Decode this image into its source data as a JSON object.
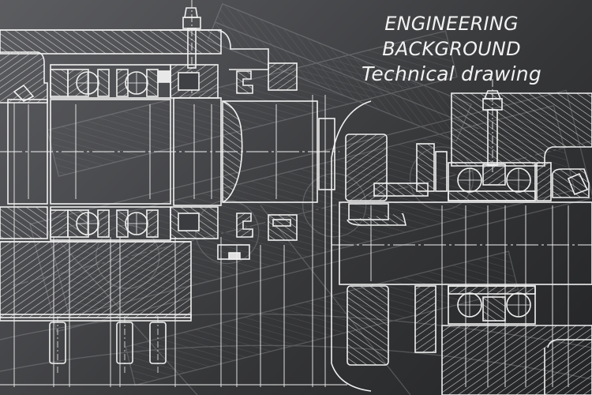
{
  "illustration": {
    "kind": "technical-drawing-background",
    "subject": "mechanical engineering cross-section drawings of bearing assemblies",
    "colors": {
      "background_top_left": "#5c5d60",
      "background_bottom_right": "#232426",
      "line": "#f0f0f0",
      "ghost_line": "#8a8b8e"
    }
  },
  "title": {
    "line1": "ENGINEERING",
    "line2": "BACKGROUND",
    "line3": "Technical drawing"
  }
}
